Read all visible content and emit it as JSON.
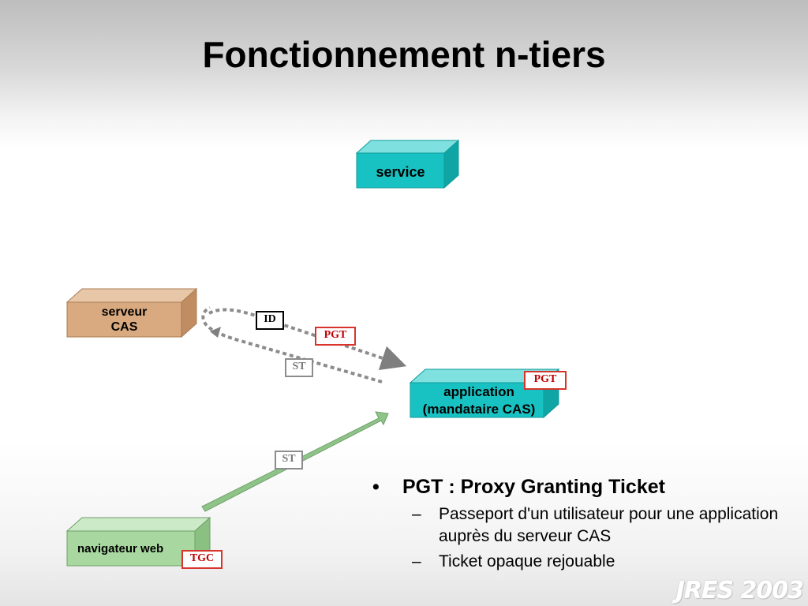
{
  "slide": {
    "title": "Fonctionnement n-tiers",
    "watermark": "JRES 2003"
  },
  "nodes": {
    "service": {
      "label": "service",
      "color": "#19c2c2"
    },
    "server": {
      "line1": "serveur",
      "line2": "CAS",
      "color": "#d9aa80"
    },
    "application": {
      "line1": "application",
      "line2": "(mandataire CAS)",
      "color": "#19c2c2"
    },
    "browser": {
      "label": "navigateur web",
      "color": "#a8d8a0"
    }
  },
  "tickets": {
    "id": "ID",
    "pgt_flow": "PGT",
    "st_upper": "ST",
    "pgt_app": "PGT",
    "st_lower": "ST",
    "tgc": "TGC"
  },
  "bullets": {
    "main": "PGT : Proxy Granting Ticket",
    "subs": [
      "Passeport d'un utilisateur pour une application auprès du serveur CAS",
      "Ticket opaque rejouable"
    ]
  }
}
